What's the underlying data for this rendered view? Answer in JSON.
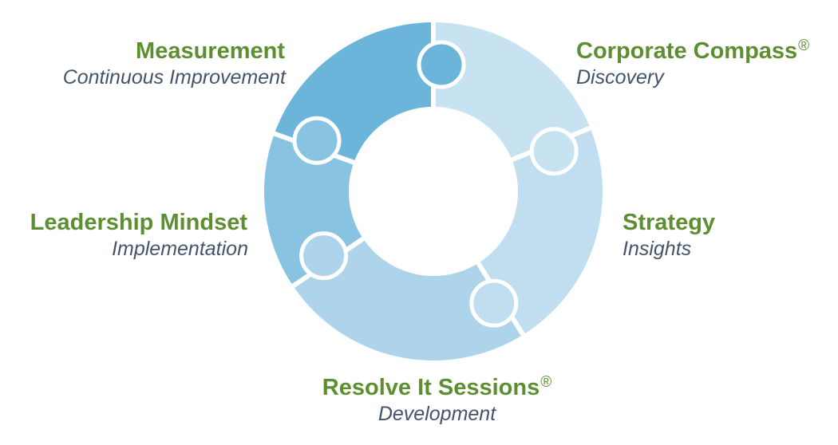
{
  "colors": {
    "title_green": "#5d8f32",
    "subtitle_slate": "#44546a",
    "segment_measurement": "#6bb5da",
    "segment_corporate": "#c7e3f1",
    "segment_strategy": "#c1def0",
    "segment_resolve": "#add4ea",
    "segment_leadership": "#88c3e2",
    "separator": "#ffffff"
  },
  "stages": [
    {
      "id": "measurement",
      "title": "Measurement",
      "mark": "",
      "subtitle": "Continuous Improvement"
    },
    {
      "id": "corporate",
      "title": "Corporate Compass",
      "mark": "®",
      "subtitle": "Discovery"
    },
    {
      "id": "strategy",
      "title": "Strategy",
      "mark": "",
      "subtitle": "Insights"
    },
    {
      "id": "resolve",
      "title": "Resolve It Sessions",
      "mark": "®",
      "subtitle": "Development"
    },
    {
      "id": "leadership",
      "title": "Leadership Mindset",
      "mark": "",
      "subtitle": "Implementation"
    }
  ]
}
